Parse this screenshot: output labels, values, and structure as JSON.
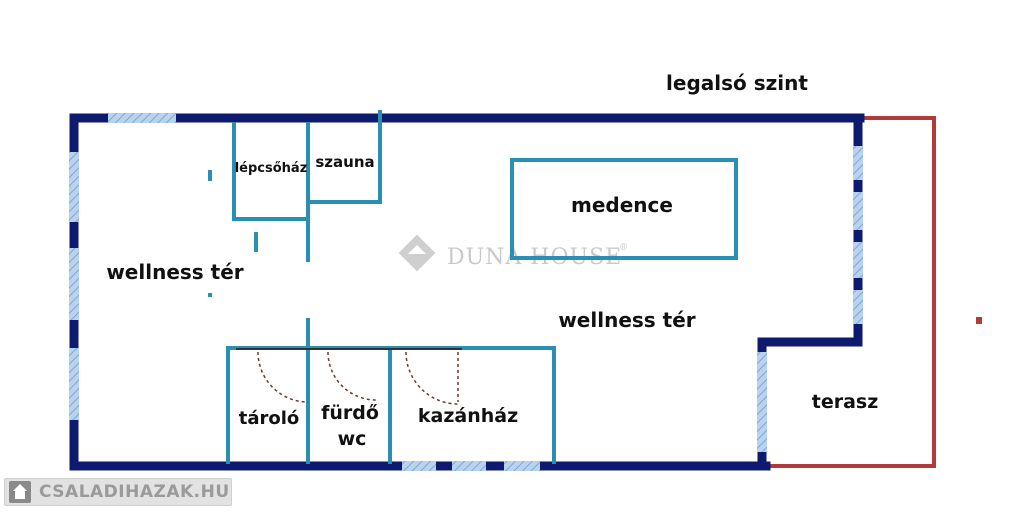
{
  "title": "legalsó szint",
  "rooms": {
    "staircase": "lépcsőház",
    "sauna": "szauna",
    "pool": "medence",
    "wellness_left": "wellness tér",
    "wellness_center": "wellness tér",
    "storage": "tároló",
    "bathroom_line1": "fürdő",
    "bathroom_line2": "wc",
    "boiler_room": "kazánház",
    "terrace": "terasz"
  },
  "watermark": {
    "brand": "DUNA HOUSE",
    "mark": "®"
  },
  "site_badge": {
    "text": "CSALADIHAZAK.HU",
    "icon": "house-icon"
  },
  "colors": {
    "outer_wall": "#0d1a6e",
    "inner_wall": "#2a8fb3",
    "window": "#a9c7e8",
    "terrace_outline": "#b23a3a",
    "door_swing": "#6b3a2a"
  }
}
